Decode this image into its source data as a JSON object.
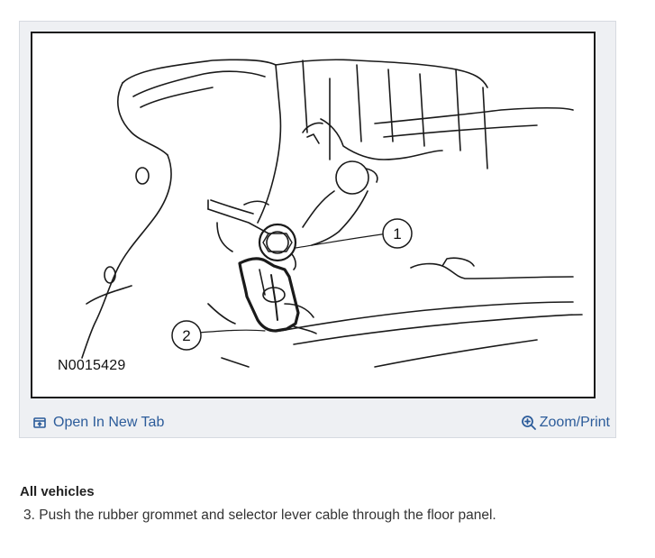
{
  "figure": {
    "code": "N0015429",
    "callouts": [
      "1",
      "2"
    ],
    "toolbar": {
      "open_tab_label": "Open In New Tab",
      "open_tab_icon": "open-external-icon",
      "zoom_label": "Zoom/Print",
      "zoom_icon": "zoom-in-icon",
      "link_color": "#2c5c9a"
    }
  },
  "content": {
    "heading": "All vehicles",
    "step": "3. Push the rubber grommet and selector lever cable through the floor panel."
  }
}
